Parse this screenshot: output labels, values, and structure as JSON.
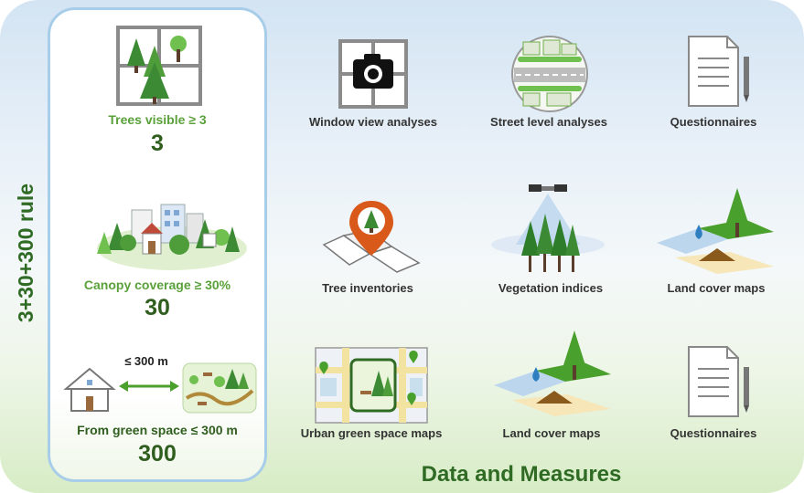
{
  "rule": {
    "title": "3+30+300 rule",
    "items": [
      {
        "caption": "Trees visible ≥ 3",
        "value": "3"
      },
      {
        "caption": "Canopy coverage ≥ 30%",
        "value": "30"
      },
      {
        "caption": "From green space ≤ 300 m",
        "value": "300"
      }
    ],
    "distance_label": "≤ 300 m"
  },
  "measures": {
    "title": "Data and Measures",
    "cells": [
      {
        "label": "Window view analyses",
        "icon": "camera-window-icon"
      },
      {
        "label": "Street level analyses",
        "icon": "street-view-icon"
      },
      {
        "label": "Questionnaires",
        "icon": "questionnaire-icon"
      },
      {
        "label": "Tree inventories",
        "icon": "tree-inventory-pin-icon"
      },
      {
        "label": "Vegetation indices",
        "icon": "satellite-vegetation-icon"
      },
      {
        "label": "Land cover maps",
        "icon": "land-cover-layers-icon"
      },
      {
        "label": "Urban green space maps",
        "icon": "green-space-map-icon"
      },
      {
        "label": "Land cover maps",
        "icon": "land-cover-layers-icon"
      },
      {
        "label": "Questionnaires",
        "icon": "questionnaire-icon"
      }
    ]
  },
  "colors": {
    "dark_green": "#2f6b24",
    "light_green": "#5aa13a",
    "panel_border": "#a8cde9",
    "pin_orange": "#d9591b"
  }
}
